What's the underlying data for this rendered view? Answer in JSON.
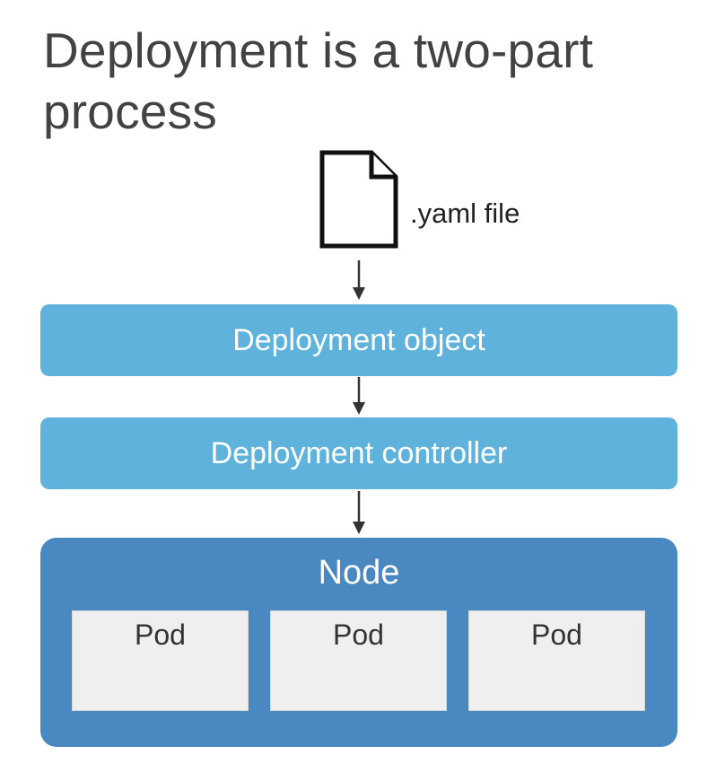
{
  "title": "Deployment is a two-part process",
  "file": {
    "icon": "document-icon",
    "label": ".yaml file"
  },
  "steps": {
    "object": "Deployment object",
    "controller": "Deployment controller"
  },
  "node": {
    "label": "Node",
    "pods": [
      "Pod",
      "Pod",
      "Pod"
    ]
  },
  "colors": {
    "title_text": "#424242",
    "step_bar": "#5eb2dc",
    "node_box": "#4a88c2",
    "pod_box": "#efefef"
  }
}
